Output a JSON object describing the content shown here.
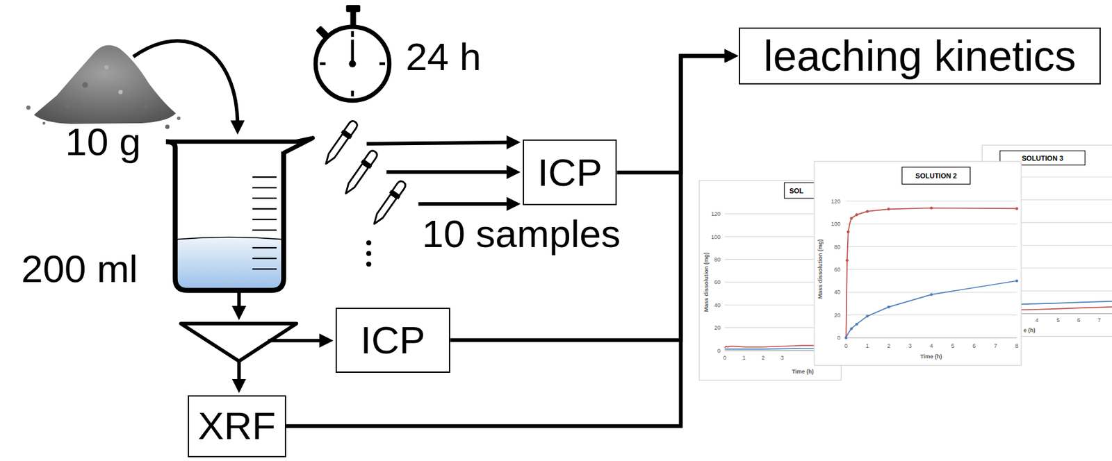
{
  "diagram": {
    "nodes": [
      {
        "text": [
          "ICP"
        ]
      },
      {
        "text": [
          "ICP"
        ]
      },
      {
        "text": [
          "XRF"
        ]
      },
      {
        "text": [
          "leaching kinetics"
        ]
      }
    ],
    "edges": [
      {
        "from": 0,
        "to": 3,
        "arrow": "to"
      },
      {
        "from": 1,
        "to": 3,
        "arrow": "to"
      },
      {
        "from": 2,
        "to": 3,
        "arrow": "to"
      }
    ],
    "labels": [
      "10 g",
      "24 h",
      "200 ml",
      "10 samples",
      "SOL",
      "120",
      "100",
      "80",
      "60",
      "40",
      "20",
      "0",
      "0",
      "1",
      "2",
      "3",
      "Mass dissolution (mg)",
      "Time (h)",
      "SOLUTION 2",
      "120",
      "100",
      "80",
      "60",
      "40",
      "20",
      "0",
      "0",
      "1",
      "2",
      "3",
      "4",
      "5",
      "6",
      "7",
      "8",
      "Mass dissolution (mg)",
      "Time (h)",
      "SOLUTION 3",
      "4",
      "5",
      "6",
      "7",
      "e (h)"
    ]
  }
}
